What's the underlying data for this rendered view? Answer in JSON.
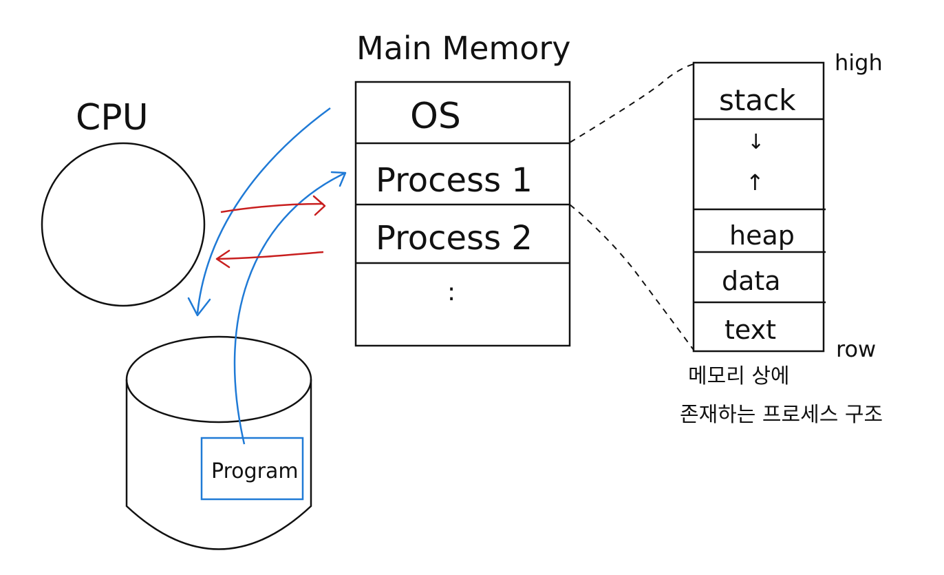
{
  "cpu": {
    "label": "CPU"
  },
  "main_memory": {
    "title": "Main Memory",
    "sections": [
      "OS",
      "Process 1",
      "Process 2",
      ":"
    ]
  },
  "storage": {
    "program_label": "Program"
  },
  "process_structure": {
    "sections": [
      "stack",
      "↓",
      "↑",
      "heap",
      "data",
      "text"
    ],
    "high_label": "high",
    "low_label": "row",
    "caption_line1": "메모리 상에",
    "caption_line2": "존재하는 프로세스 구조"
  },
  "colors": {
    "ink": "#111111",
    "blue_arrow": "#1f7ad6",
    "red_arrow": "#c81e1e",
    "program_box": "#1f7ad6"
  }
}
